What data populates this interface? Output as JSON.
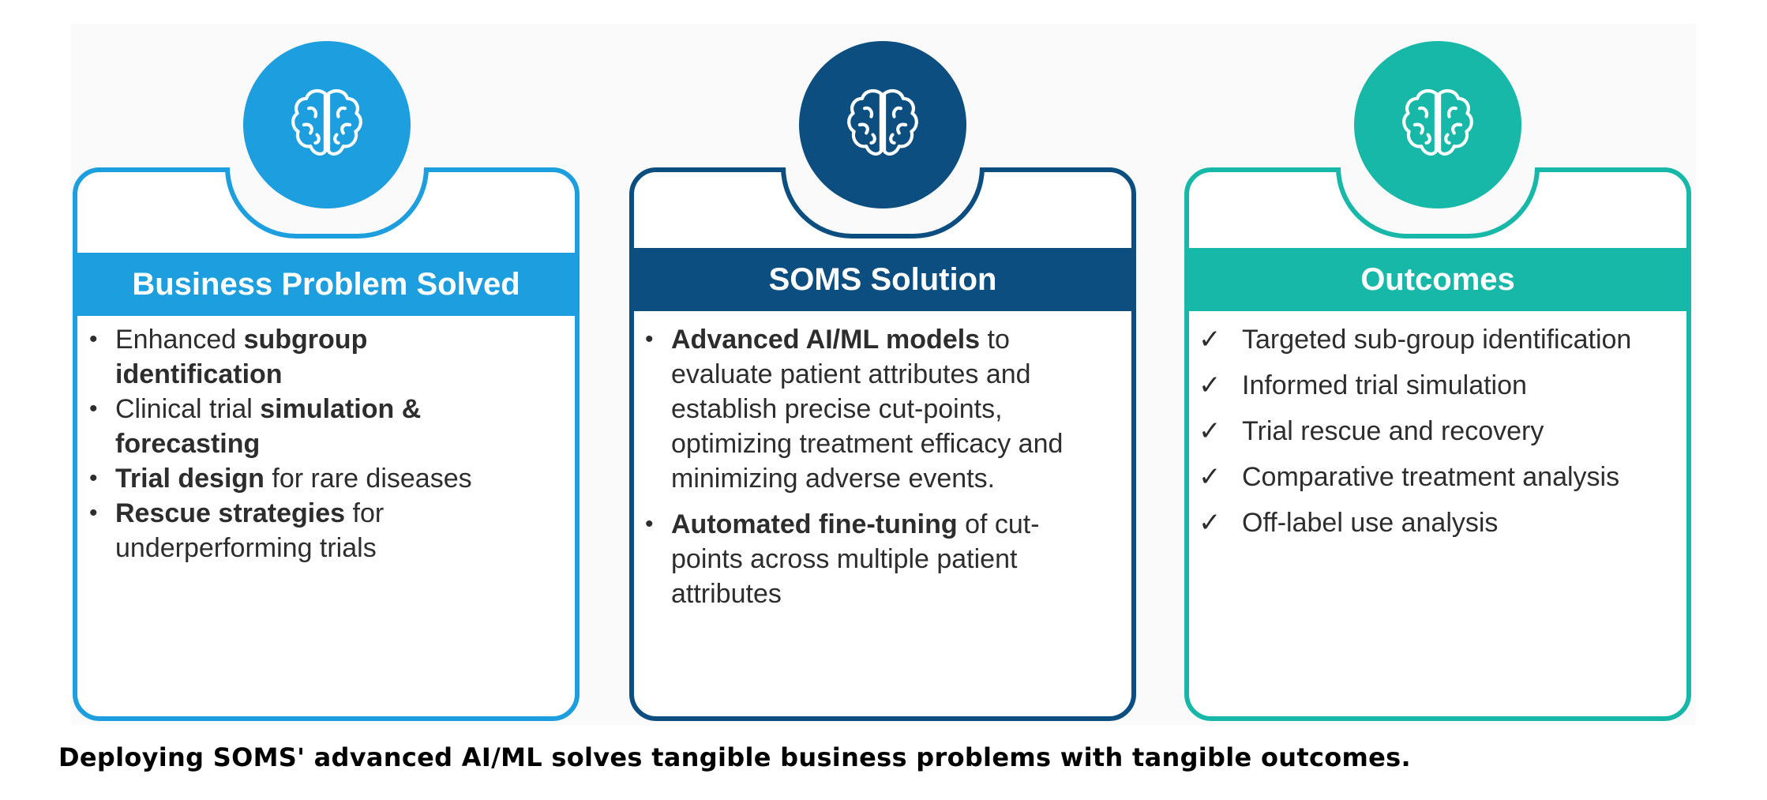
{
  "colors": {
    "problem": "#1d9ede",
    "solution": "#0c4e80",
    "outcomes": "#17b8a8"
  },
  "icons": [
    "brain-icon",
    "brain-icon",
    "brain-icon"
  ],
  "problem": {
    "title": "Business Problem Solved",
    "items": [
      {
        "pre": "Enhanced ",
        "bold": "subgroup identification",
        "post": ""
      },
      {
        "pre": "Clinical trial ",
        "bold": "simulation & forecasting",
        "post": ""
      },
      {
        "pre": "",
        "bold": "Trial design",
        "post": " for rare diseases"
      },
      {
        "pre": "",
        "bold": "Rescue strategies",
        "post": " for underperforming trials"
      }
    ]
  },
  "solution": {
    "title": "SOMS Solution",
    "items": [
      {
        "pre": "",
        "bold": "Advanced AI/ML models",
        "post": " to evaluate patient attributes and establish precise cut-points, optimizing treatment efficacy and minimizing adverse events."
      },
      {
        "pre": "",
        "bold": "Automated fine-tuning",
        "post": " of cut-points across multiple patient attributes"
      }
    ]
  },
  "outcomes": {
    "title": "Outcomes",
    "check_symbol": "✓",
    "items": [
      "Targeted sub-group identification",
      "Informed trial simulation",
      "Trial rescue and recovery",
      "Comparative treatment analysis",
      "Off-label use analysis"
    ]
  },
  "caption": "Deploying SOMS' advanced AI/ML solves tangible business problems with tangible outcomes."
}
